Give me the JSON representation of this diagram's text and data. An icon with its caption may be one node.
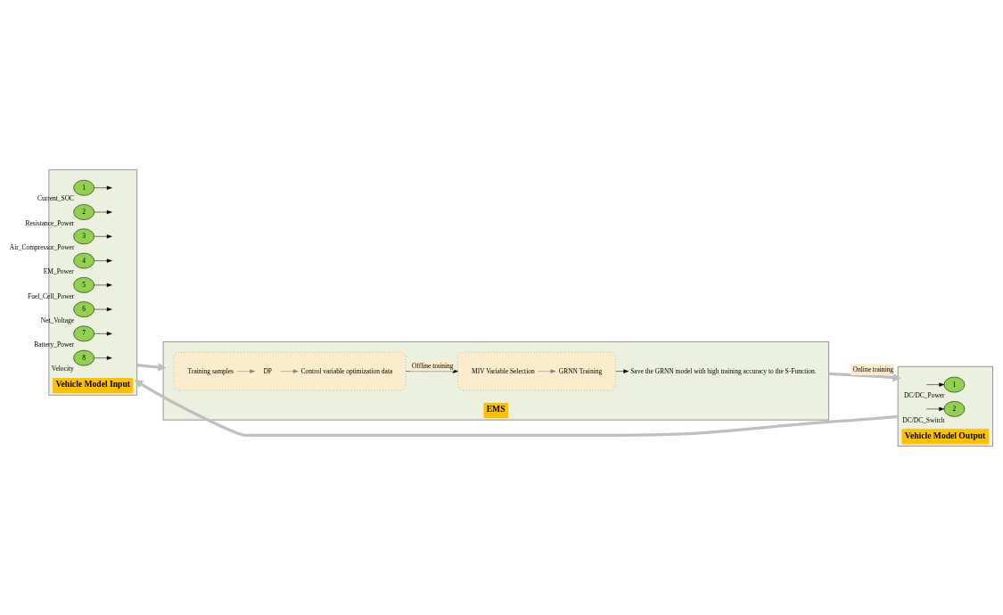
{
  "diagram": {
    "nodes": [
      {
        "text": [
          "Vehicle Model Input"
        ]
      },
      {
        "text": [
          "1"
        ],
        "in": 0,
        "beside": [
          "Current_SOC"
        ]
      },
      {
        "text": [
          "2"
        ],
        "in": 0,
        "beside": [
          "Resistance_Power"
        ]
      },
      {
        "text": [
          "3"
        ],
        "in": 0,
        "beside": [
          "Air_Compressor_Power"
        ]
      },
      {
        "text": [
          "4"
        ],
        "in": 0,
        "beside": [
          "EM_Power"
        ]
      },
      {
        "text": [
          "5"
        ],
        "in": 0,
        "beside": [
          "Fuel_Cell_Power"
        ]
      },
      {
        "text": [
          "6"
        ],
        "in": 0,
        "beside": [
          "Net_Voltage"
        ]
      },
      {
        "text": [
          "7"
        ],
        "in": 0,
        "beside": [
          "Battery_Power"
        ]
      },
      {
        "text": [
          "8"
        ],
        "in": 0,
        "beside": [
          "Velocity"
        ]
      },
      {
        "text": [
          "EMS"
        ]
      },
      {
        "text": [],
        "shape": "ellipse",
        "in": 9
      },
      {
        "text": [
          "Training samples"
        ],
        "in": 10
      },
      {
        "text": [
          "DP"
        ],
        "in": 10
      },
      {
        "text": [
          "Control variable optimization data"
        ],
        "in": 10
      },
      {
        "text": [],
        "shape": "ellipse",
        "in": 9
      },
      {
        "text": [
          "MIV Variable Selection"
        ],
        "in": 14
      },
      {
        "text": [
          "GRNN Training"
        ],
        "in": 14
      },
      {
        "text": [
          "Save the GRNN model with high training accuracy to the S-Function."
        ],
        "in": 9
      },
      {
        "text": [
          "Vehicle Model Output"
        ]
      },
      {
        "text": [
          "1"
        ],
        "in": 18,
        "beside": [
          "DC/DC_Power"
        ]
      },
      {
        "text": [
          "2"
        ],
        "in": 18,
        "beside": [
          "DC/DC_Switch"
        ]
      }
    ],
    "edges": [
      {
        "from": 1,
        "to": null,
        "arrow": "to"
      },
      {
        "from": 2,
        "to": null,
        "arrow": "to"
      },
      {
        "from": 3,
        "to": null,
        "arrow": "to"
      },
      {
        "from": 4,
        "to": null,
        "arrow": "to"
      },
      {
        "from": 5,
        "to": null,
        "arrow": "to"
      },
      {
        "from": 6,
        "to": null,
        "arrow": "to"
      },
      {
        "from": 7,
        "to": null,
        "arrow": "to"
      },
      {
        "from": 8,
        "to": null,
        "arrow": "to"
      },
      {
        "from": 0,
        "to": 9,
        "arrow": "to",
        "style": "thick",
        "color": "#bfbfbf"
      },
      {
        "from": 11,
        "to": 12,
        "arrow": "to",
        "color": "#808080"
      },
      {
        "from": 12,
        "to": 13,
        "arrow": "to",
        "color": "#808080"
      },
      {
        "from": 10,
        "to": 14,
        "arrow": "to",
        "label": "Offline training"
      },
      {
        "from": 15,
        "to": 16,
        "arrow": "to",
        "color": "#808080"
      },
      {
        "from": 14,
        "to": 17,
        "arrow": "to"
      },
      {
        "from": 9,
        "to": 18,
        "arrow": "to",
        "label": "Online training",
        "style": "thick",
        "color": "#bfbfbf"
      },
      {
        "from": null,
        "to": 19,
        "arrow": "to"
      },
      {
        "from": null,
        "to": 20,
        "arrow": "to"
      },
      {
        "from": 18,
        "to": 0,
        "arrow": "to",
        "style": "thick",
        "color": "#bfbfbf"
      }
    ]
  }
}
